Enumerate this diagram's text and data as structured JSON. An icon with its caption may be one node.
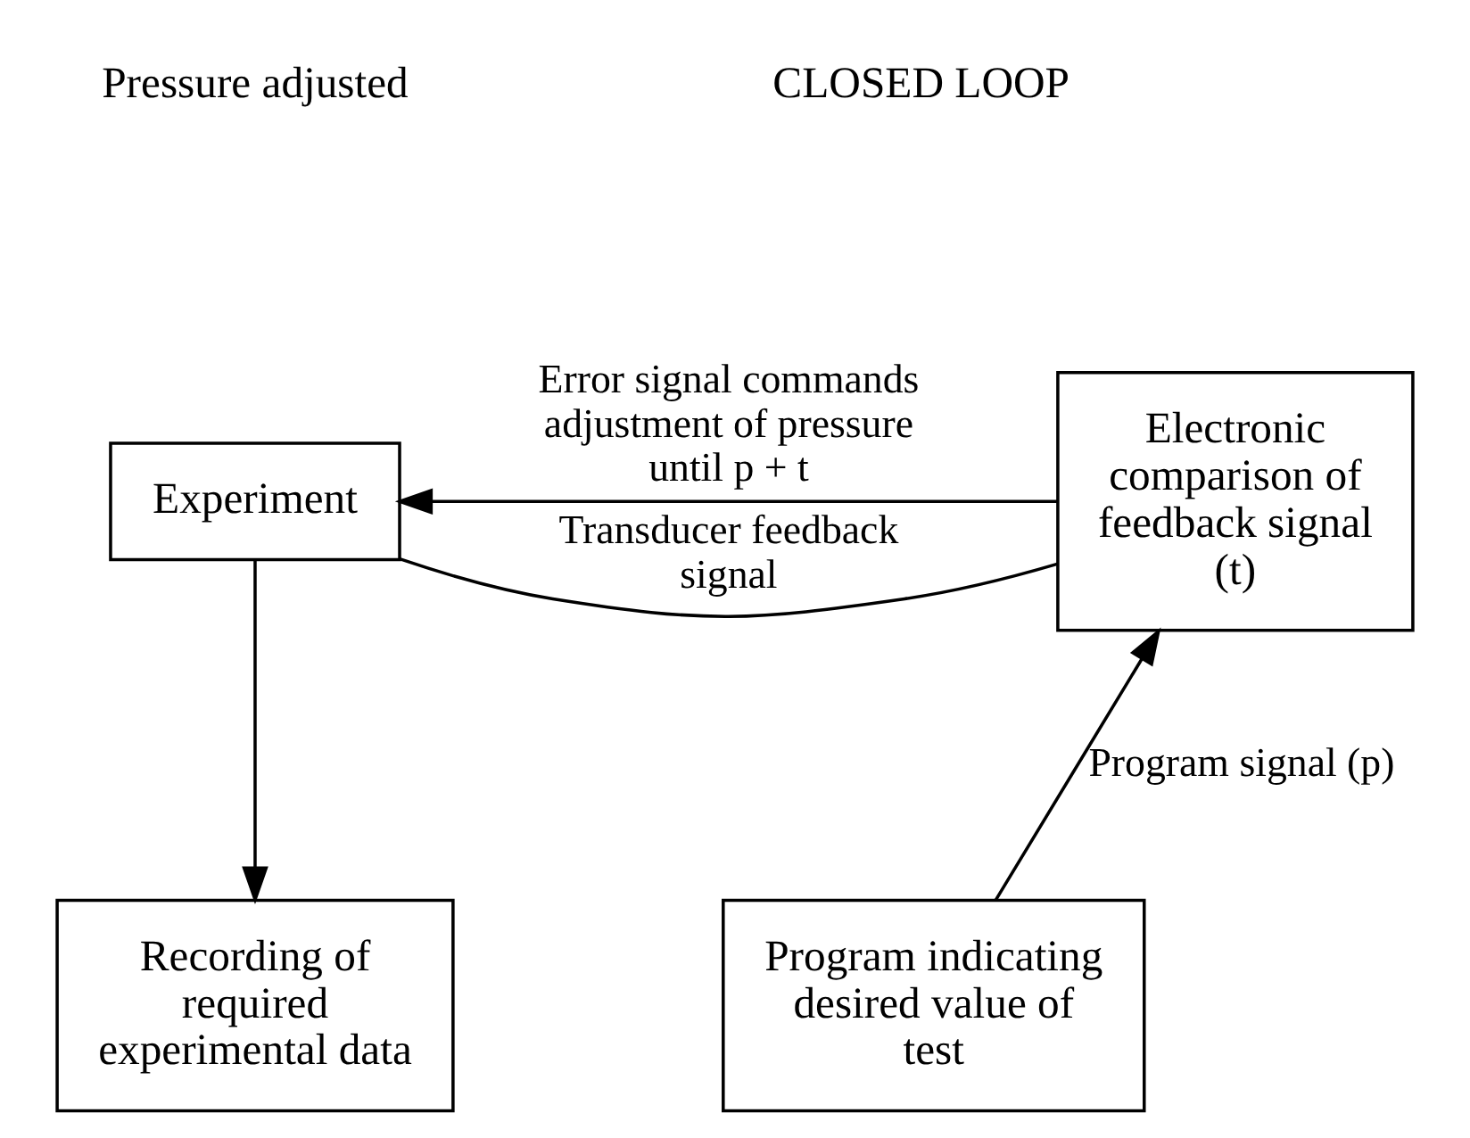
{
  "diagram": {
    "nodes": [
      {
        "text": [
          "Experiment"
        ]
      },
      {
        "text": [
          "Electronic comparison of feedback signal (t)"
        ]
      },
      {
        "text": [
          "Recording of required experimental data"
        ]
      },
      {
        "text": [
          "Program indicating desired value of test"
        ]
      }
    ],
    "edges": [
      {
        "from": 1,
        "to": 0,
        "arrow": "to",
        "label": "Error signal commands adjustment of pressure until p + t"
      },
      {
        "from": 0,
        "to": 1,
        "arrow": "none",
        "label": "Transducer feedback signal"
      },
      {
        "from": 0,
        "to": 2,
        "arrow": "to"
      },
      {
        "from": 3,
        "to": 1,
        "arrow": "to",
        "label": "Program signal (p)"
      }
    ],
    "labels": [
      "Pressure adjusted",
      "CLOSED LOOP"
    ]
  }
}
